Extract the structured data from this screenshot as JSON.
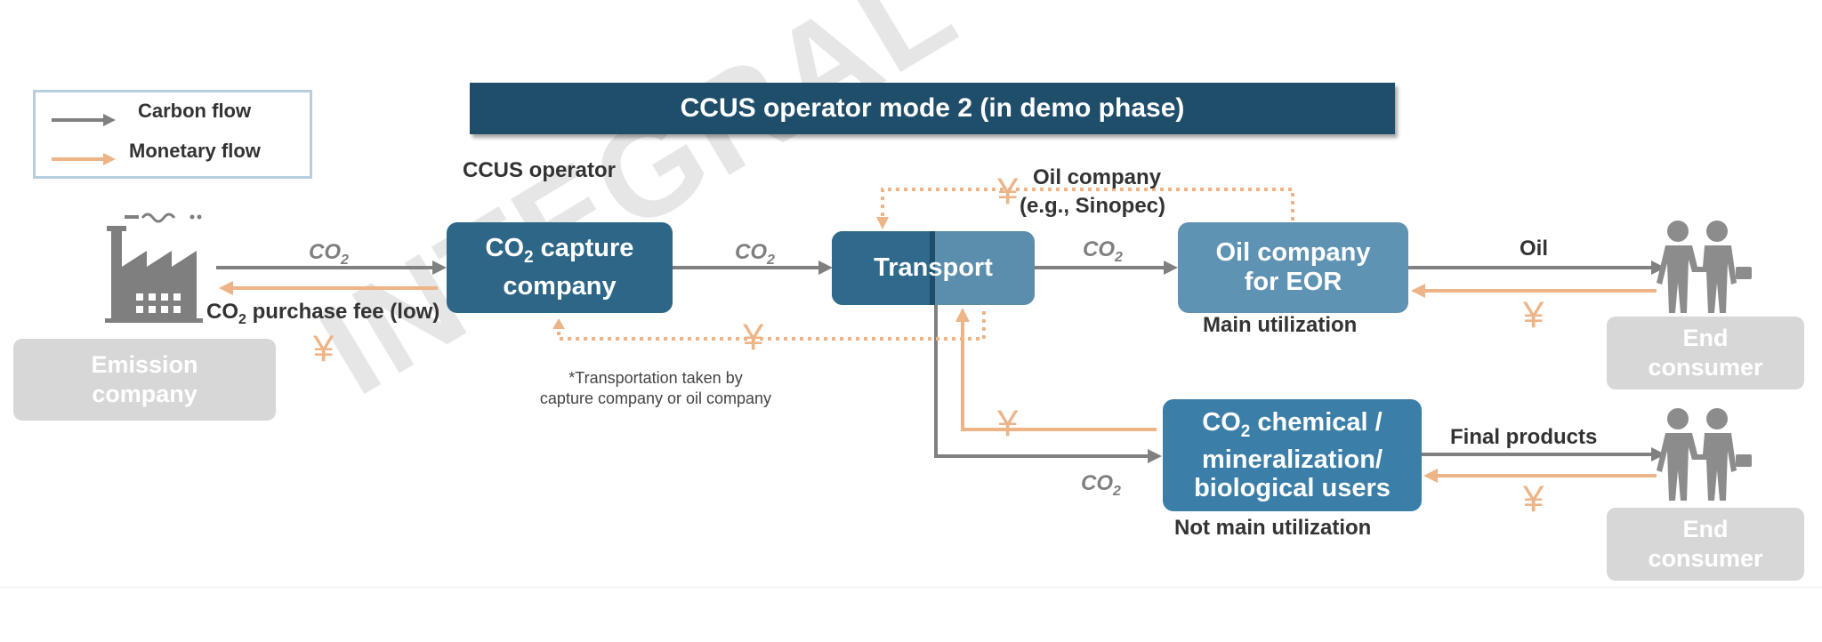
{
  "title": "CCUS operator mode 2 (in demo phase)",
  "legend": {
    "carbon_flow": "Carbon flow",
    "monetary_flow": "Monetary flow"
  },
  "ccus_operator_label": "CCUS operator",
  "oil_company_header": {
    "line1": "Oil company",
    "line2": "(e.g., Sinopec)"
  },
  "boxes": {
    "capture": {
      "line1_prefix": "CO",
      "line1_sub": "2",
      "line1_suffix": " capture",
      "line2": "company"
    },
    "transport": "Transport",
    "oil_eor": {
      "line1": "Oil company",
      "line2": "for EOR"
    },
    "chemical": {
      "line1_prefix": "CO",
      "line1_sub": "2",
      "line1_suffix": " chemical /",
      "line2": "mineralization/",
      "line3": "biological users"
    },
    "emission": {
      "line1": "Emission",
      "line2": "company"
    },
    "end_consumer_1": {
      "line1": "End",
      "line2": "consumer"
    },
    "end_consumer_2": {
      "line1": "End",
      "line2": "consumer"
    }
  },
  "flow_labels": {
    "co2_prefix": "CO",
    "co2_sub": "2",
    "purchase_fee_prefix": "CO",
    "purchase_fee_sub": "2",
    "purchase_fee_suffix": " purchase fee (low)",
    "oil": "Oil",
    "final_products": "Final products",
    "main_utilization": "Main utilization",
    "not_main_utilization": "Not main utilization"
  },
  "currency_symbol": "¥",
  "note": {
    "line1": "*Transportation taken by",
    "line2": "capture company or oil company"
  },
  "watermark": "INTEGRAL Co., Ltd",
  "colors": {
    "carbon": "#808080",
    "monetary": "#ecb487",
    "title_bg": "#1f4e6b",
    "capture_box": "#2e6688",
    "transport_box": "#2f6a8c",
    "transport_box_light": "#5a8eac",
    "oil_box": "#5f93b4",
    "chemical_box": "#3b7fa8",
    "grey_box": "#d7d7d7"
  }
}
